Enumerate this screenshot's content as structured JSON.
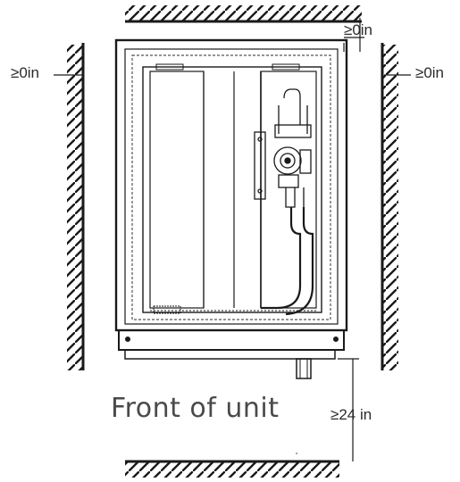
{
  "diagram": {
    "clearances": {
      "top": "≥0in",
      "left": "≥0in",
      "right": "≥0in",
      "front": "≥24 in"
    },
    "front_label": "Front of unit",
    "colors": {
      "line": "#1a1a1a",
      "grey": "#8a8a8a",
      "text": "#2b2b2b"
    }
  }
}
